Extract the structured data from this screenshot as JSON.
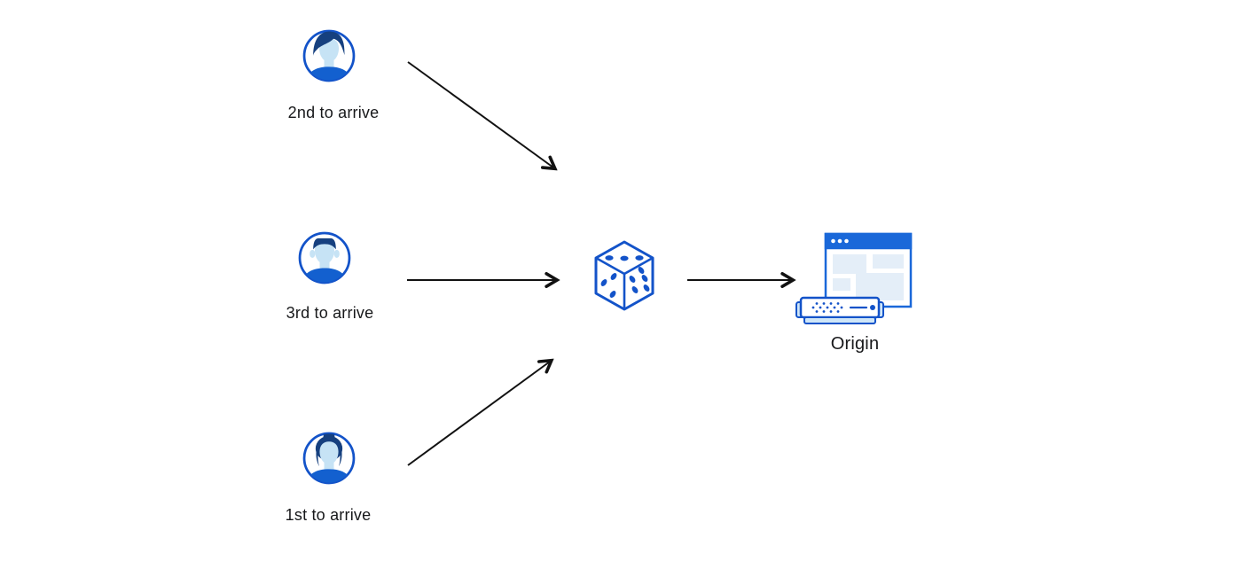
{
  "diagram": {
    "colors": {
      "canvas_bg": "#ffffff",
      "blue": "#1353c9",
      "blue_header": "#1a68d9",
      "blue_dark": "#16407f",
      "face": "#c6e3f5",
      "shirt": "#1360cf",
      "panel": "#e4eef8",
      "light": "#cfe6f8",
      "ink": "#17181a",
      "arrow": "#121212"
    },
    "nodes": {
      "user_second": {
        "label": "2nd to arrive",
        "icon": "male-avatar-quiff"
      },
      "user_third": {
        "label": "3rd to arrive",
        "icon": "male-avatar-flat-top"
      },
      "user_first": {
        "label": "1st to arrive",
        "icon": "female-avatar-bun"
      },
      "dice": {
        "icon": "dice"
      },
      "origin": {
        "label": "Origin",
        "icon": "origin-server-with-browser"
      }
    },
    "edges": [
      {
        "from": "user_second",
        "to": "dice"
      },
      {
        "from": "user_third",
        "to": "dice"
      },
      {
        "from": "user_first",
        "to": "dice"
      },
      {
        "from": "dice",
        "to": "origin"
      }
    ]
  }
}
